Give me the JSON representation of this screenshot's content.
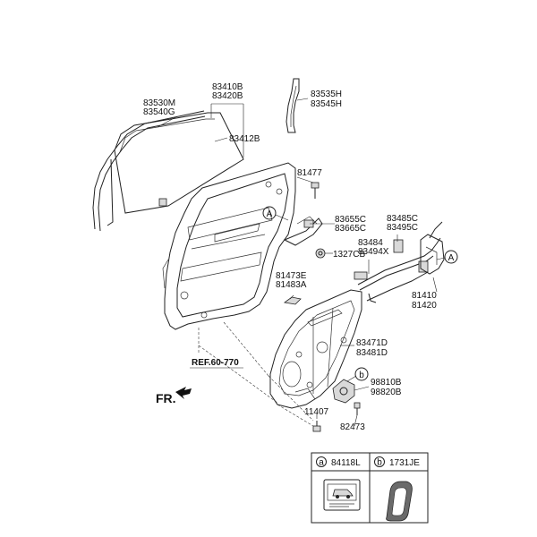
{
  "labels": {
    "p83410B": "83410B",
    "p83420B": "83420B",
    "p83530M": "83530M",
    "p83540G": "83540G",
    "p83412B": "83412B",
    "p83535H": "83535H",
    "p83545H": "83545H",
    "p81477": "81477",
    "p83655C": "83655C",
    "p83665C": "83665C",
    "p1327CB": "1327CB",
    "p83485C": "83485C",
    "p83495C": "83495C",
    "p83484": "83484",
    "p83494X": "83494X",
    "p81473E": "81473E",
    "p81483A": "81483A",
    "p81410": "81410",
    "p81420": "81420",
    "p83471D": "83471D",
    "p83481D": "83481D",
    "p98810B": "98810B",
    "p98820B": "98820B",
    "p11407": "11407",
    "p82473": "82473",
    "ref": "REF.60-770",
    "fr": "FR.",
    "callout_a": "A",
    "callout_b": "b"
  },
  "legend": {
    "a_letter": "a",
    "a_part": "84118L",
    "b_letter": "b",
    "b_part": "1731JE"
  }
}
